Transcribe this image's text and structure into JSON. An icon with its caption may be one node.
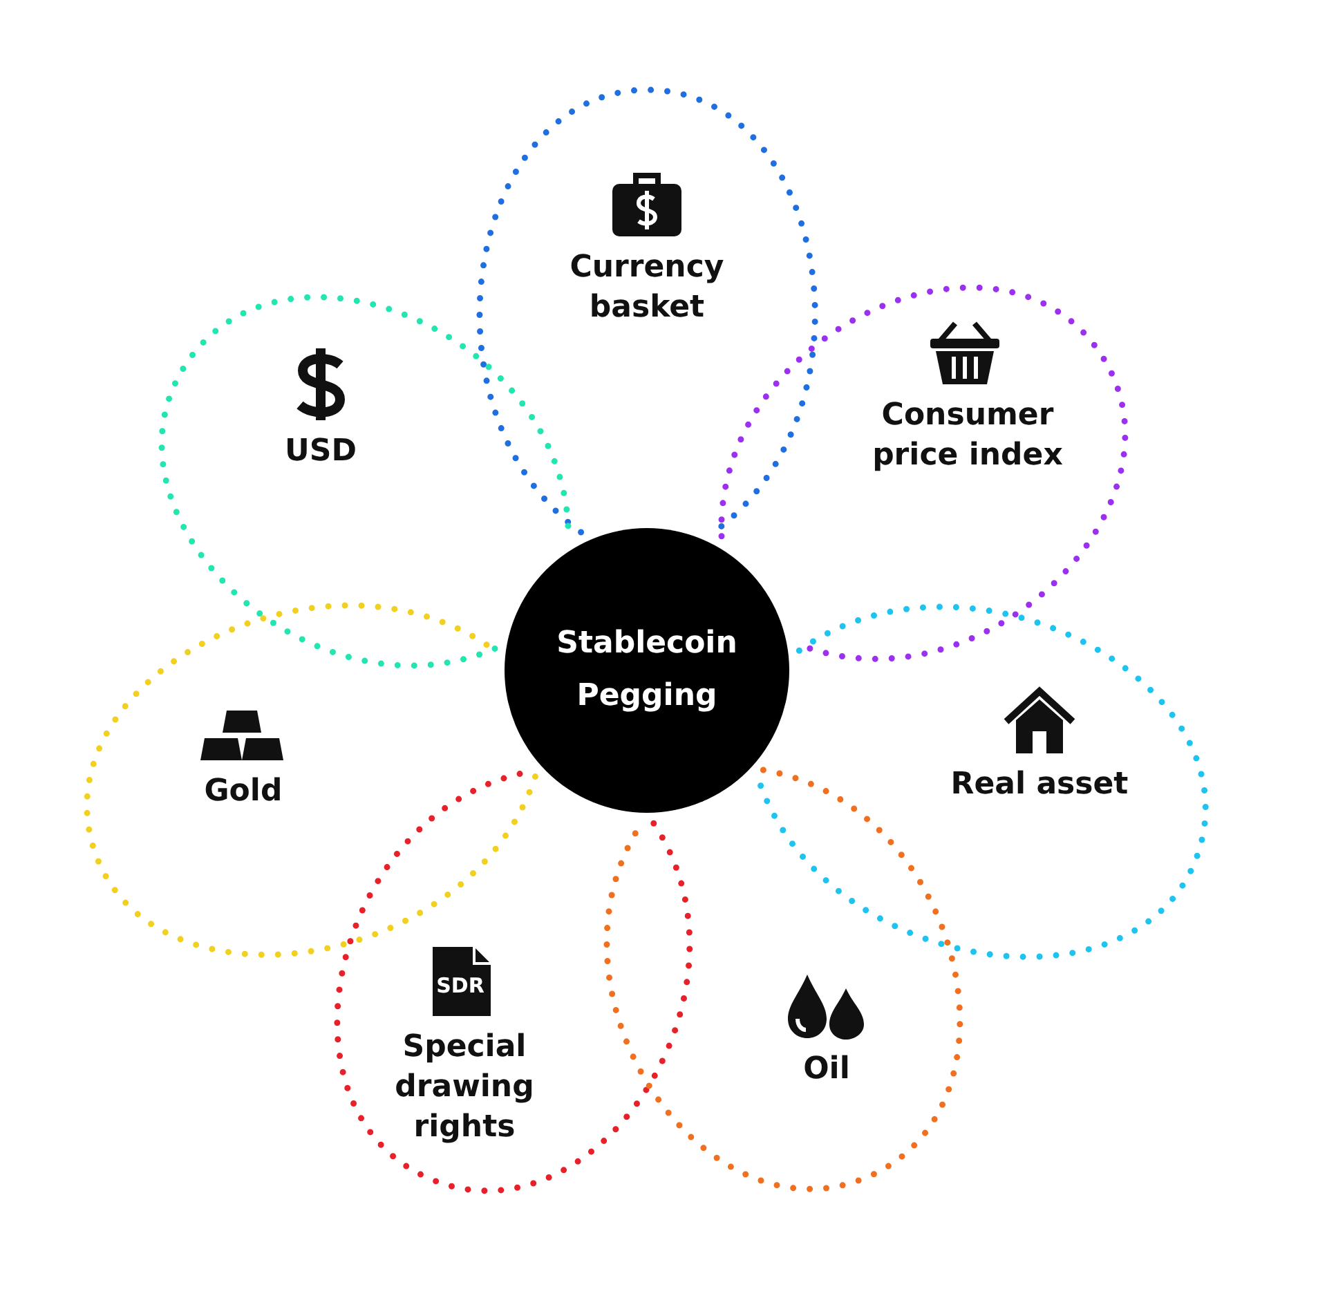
{
  "diagram": {
    "nodes": [
      {
        "text": [
          "Currency basket"
        ]
      },
      {
        "text": [
          "USD"
        ]
      },
      {
        "text": [
          "Consumer price index"
        ]
      },
      {
        "text": [
          "Stablecoin Pegging"
        ]
      },
      {
        "text": [
          "Gold"
        ]
      },
      {
        "text": [
          "Real asset"
        ]
      },
      {
        "text": [
          "SDR",
          "Special drawing rights"
        ]
      },
      {
        "text": [
          "Oil"
        ]
      }
    ]
  }
}
